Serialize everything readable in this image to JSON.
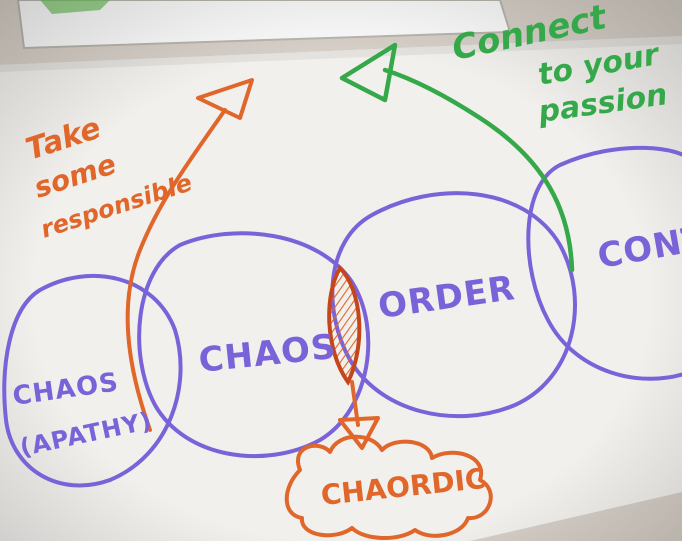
{
  "photo": {
    "subject": "hand-drawn flipchart diagram",
    "colors": {
      "paper": "#f3f2ef",
      "board_edge": "#d7d0c8",
      "purple_marker": "#7a63d9",
      "orange_marker": "#e0662a",
      "green_marker": "#35a84a"
    }
  },
  "labels": {
    "chaos": "CHAOS",
    "order": "ORDER",
    "control": "CONT",
    "chaordic": "CHAORDIC",
    "chaos_apathy_line1": "CHAOS",
    "chaos_apathy_line2": "(APATHY)"
  },
  "notes": {
    "take_responsibility": [
      "Take",
      "some",
      "responsible"
    ],
    "connect_passion": [
      "Connect",
      "to your",
      "passion"
    ]
  }
}
